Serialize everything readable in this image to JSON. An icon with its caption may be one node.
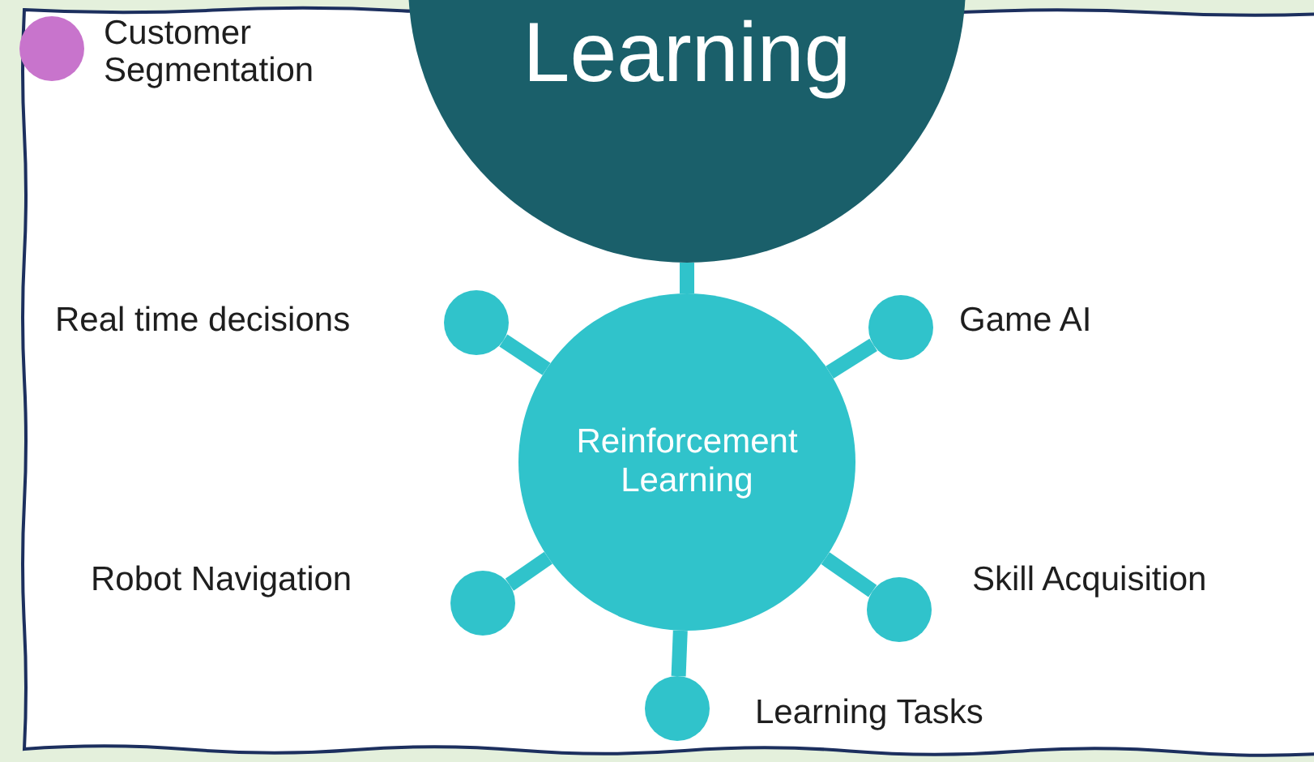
{
  "diagram": {
    "nodes": [
      {
        "text": [
          "Learning"
        ]
      },
      {
        "text": [],
        "shape": "circle",
        "beside": [
          "Customer Segmentation"
        ]
      },
      {
        "text": [
          "Reinforcement Learning"
        ]
      },
      {
        "text": [],
        "shape": "circle",
        "beside": [
          "Real time decisions"
        ]
      },
      {
        "text": [],
        "shape": "circle",
        "beside": [
          "Game AI"
        ]
      },
      {
        "text": [],
        "shape": "circle",
        "beside": [
          "Robot Navigation"
        ]
      },
      {
        "text": [],
        "shape": "circle",
        "beside": [
          "Skill Acquisition"
        ]
      },
      {
        "text": [],
        "shape": "circle",
        "beside": [
          "Learning Tasks"
        ]
      }
    ],
    "edges": [
      {
        "from": 0,
        "to": 2,
        "arrow": "none"
      },
      {
        "from": 2,
        "to": 3,
        "arrow": "none"
      },
      {
        "from": 2,
        "to": 4,
        "arrow": "none"
      },
      {
        "from": 2,
        "to": 5,
        "arrow": "none"
      },
      {
        "from": 2,
        "to": 6,
        "arrow": "none"
      },
      {
        "from": 2,
        "to": 7,
        "arrow": "none"
      }
    ]
  }
}
